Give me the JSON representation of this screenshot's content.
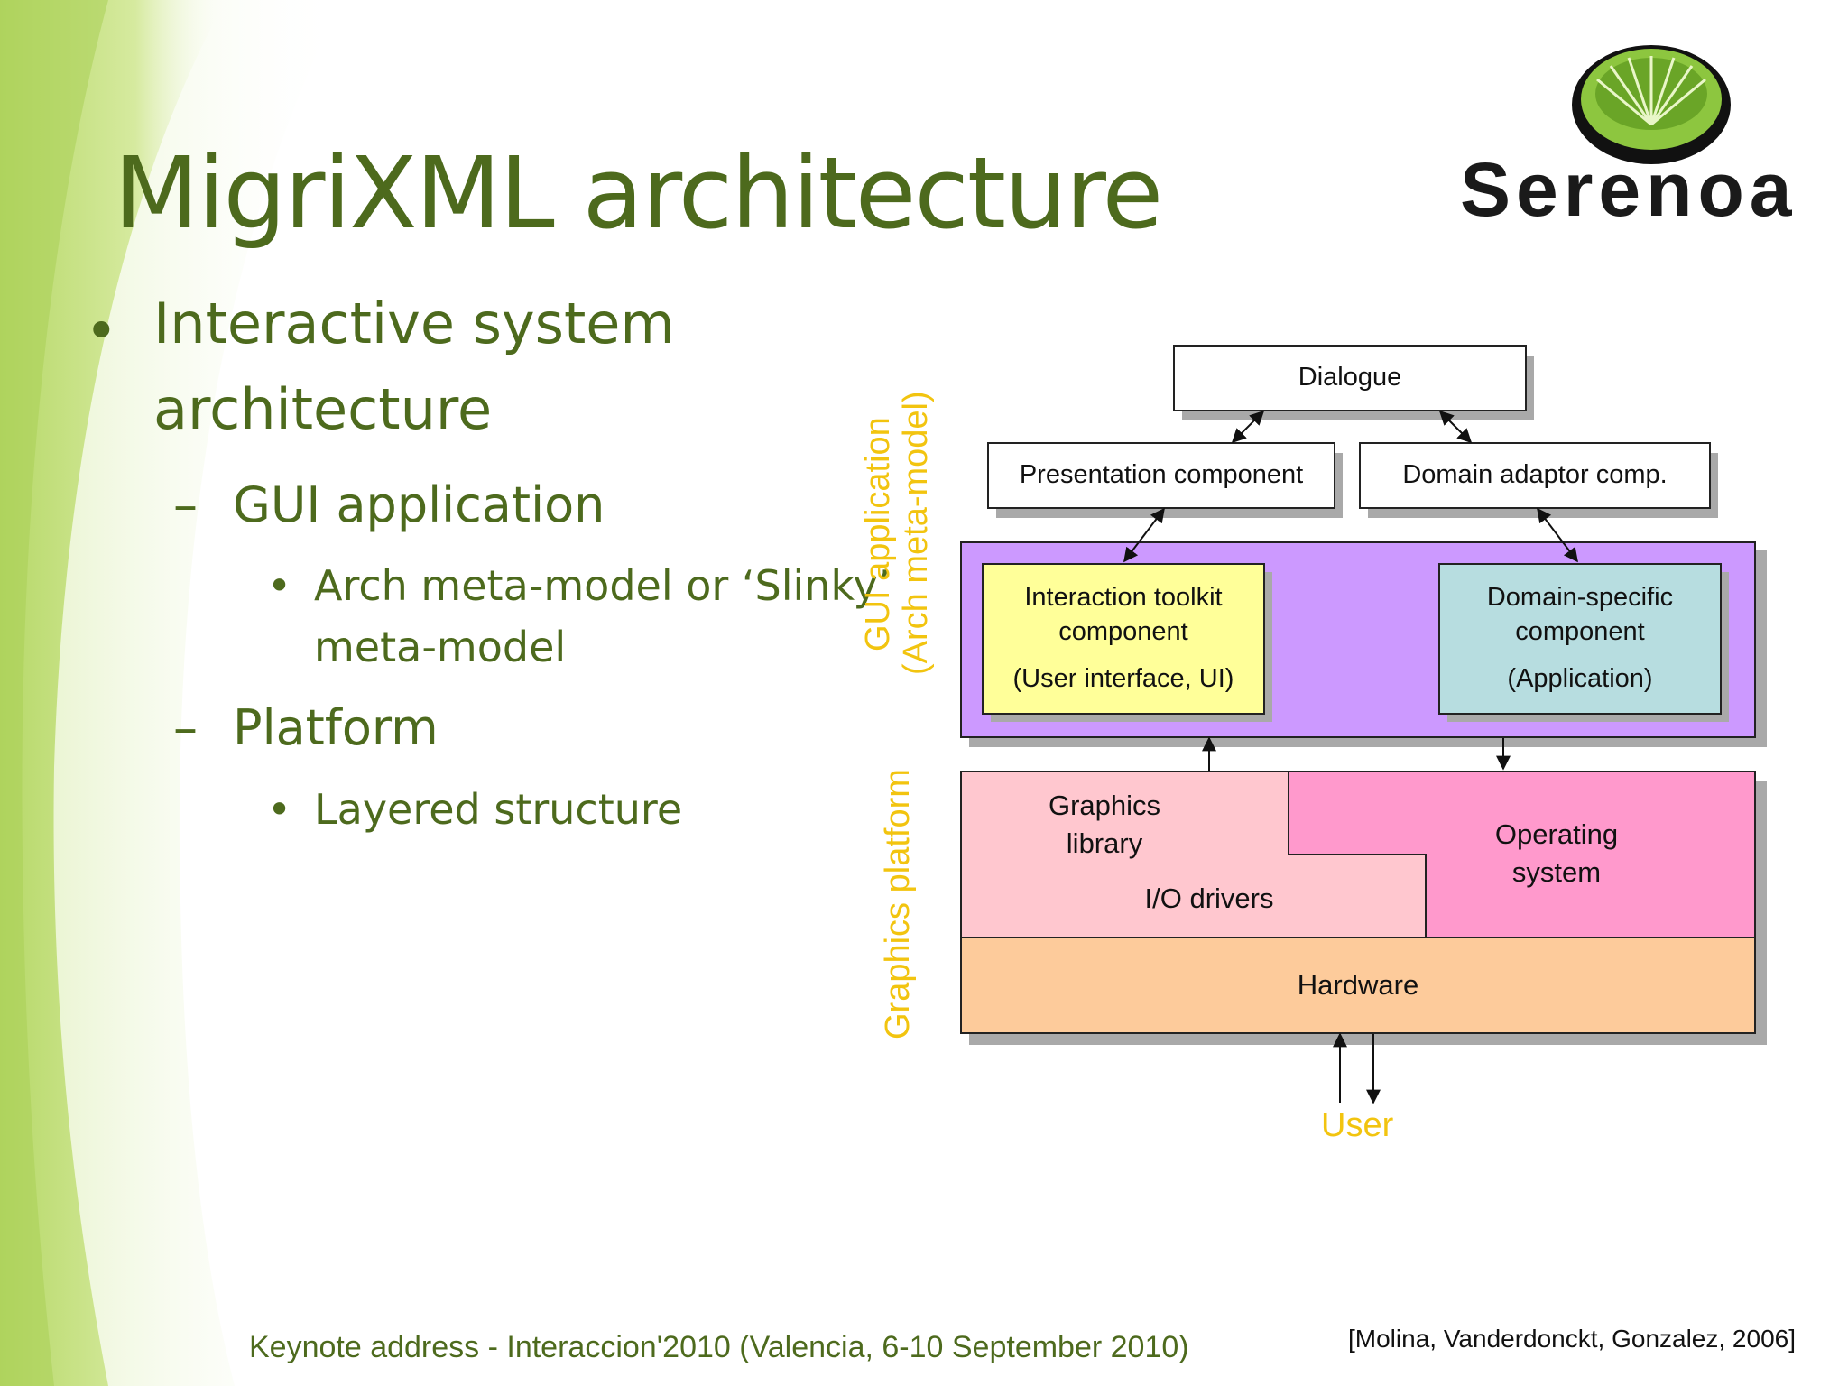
{
  "slide": {
    "title": "MigriXML architecture",
    "logo": {
      "name": "serenoa-logo",
      "wordmark": "Serenoa"
    },
    "bullets": [
      {
        "level": 1,
        "text": "Interactive system",
        "text2": "architecture"
      },
      {
        "level": 2,
        "text": "GUI application"
      },
      {
        "level": 3,
        "text": "Arch meta-model or ‘Slinky’",
        "text2": "meta-model"
      },
      {
        "level": 2,
        "text": "Platform"
      },
      {
        "level": 3,
        "text": "Layered structure"
      }
    ],
    "bullet_glyphs": {
      "level1": "•",
      "level2": "–",
      "level3": "•"
    }
  },
  "diagram": {
    "dialogue": "Dialogue",
    "presentation": "Presentation component",
    "domain_adaptor": "Domain adaptor comp.",
    "interaction_toolkit": {
      "line1": "Interaction toolkit",
      "line2": "component",
      "line3": "(User interface, UI)"
    },
    "domain_specific": {
      "line1": "Domain-specific",
      "line2": "component",
      "line3": "(Application)"
    },
    "graphics_library": {
      "line1": "Graphics",
      "line2": "library"
    },
    "io_drivers": "I/O drivers",
    "operating_system": {
      "line1": "Operating",
      "line2": "system"
    },
    "hardware": "Hardware",
    "user": "User",
    "side_labels": {
      "gui_application": "GUI application",
      "arch_meta_model": "(Arch meta-model)",
      "graphics_platform": "Graphics platform"
    },
    "colors": {
      "gui_layer": "#cc99ff",
      "interaction_toolkit": "#ffff99",
      "domain_specific": "#b7dde0",
      "graphics_library": "#ffc7cf",
      "operating_system": "#ff99cc",
      "hardware": "#fdcb9b",
      "side_label": "#f2c40f"
    }
  },
  "footer": {
    "keynote": "Keynote address - Interaccion'2010 (Valencia, 6-10 September 2010)",
    "citation": "[Molina, Vanderdonckt, Gonzalez, 2006]"
  }
}
